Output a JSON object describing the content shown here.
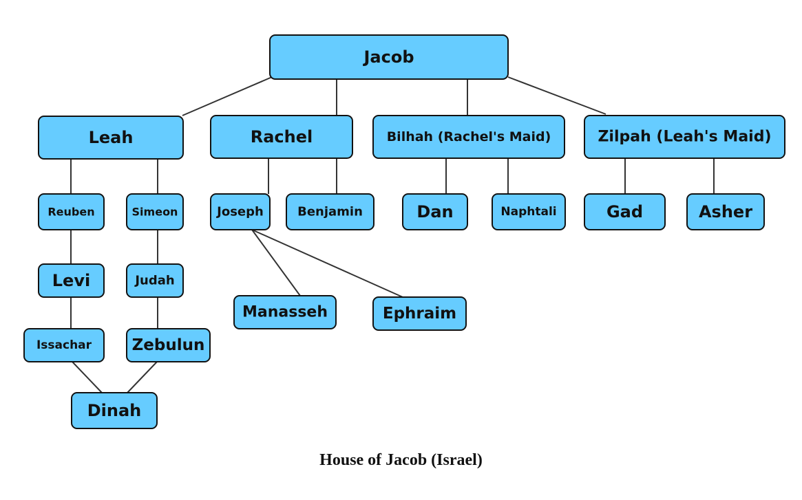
{
  "colors": {
    "node_fill": "#66CCFF",
    "node_border": "#111111",
    "connector": "#333333"
  },
  "nodes": {
    "jacob": "Jacob",
    "leah": "Leah",
    "rachel": "Rachel",
    "bilhah": "Bilhah (Rachel's Maid)",
    "zilpah": "Zilpah (Leah's Maid)",
    "reuben": "Reuben",
    "simeon": "Simeon",
    "joseph": "Joseph",
    "benjamin": "Benjamin",
    "dan": "Dan",
    "naphtali": "Naphtali",
    "gad": "Gad",
    "asher": "Asher",
    "levi": "Levi",
    "judah": "Judah",
    "manasseh": "Manasseh",
    "ephraim": "Ephraim",
    "issachar": "Issachar",
    "zebulun": "Zebulun",
    "dinah": "Dinah"
  },
  "edges": [
    [
      "jacob",
      "leah"
    ],
    [
      "jacob",
      "rachel"
    ],
    [
      "jacob",
      "bilhah"
    ],
    [
      "jacob",
      "zilpah"
    ],
    [
      "leah",
      "reuben"
    ],
    [
      "leah",
      "simeon"
    ],
    [
      "reuben",
      "levi"
    ],
    [
      "levi",
      "issachar"
    ],
    [
      "simeon",
      "judah"
    ],
    [
      "judah",
      "zebulun"
    ],
    [
      "issachar",
      "dinah"
    ],
    [
      "zebulun",
      "dinah"
    ],
    [
      "rachel",
      "joseph"
    ],
    [
      "rachel",
      "benjamin"
    ],
    [
      "joseph",
      "manasseh"
    ],
    [
      "joseph",
      "ephraim"
    ],
    [
      "bilhah",
      "dan"
    ],
    [
      "bilhah",
      "naphtali"
    ],
    [
      "zilpah",
      "gad"
    ],
    [
      "zilpah",
      "asher"
    ]
  ],
  "caption": "House of Jacob (Israel)"
}
